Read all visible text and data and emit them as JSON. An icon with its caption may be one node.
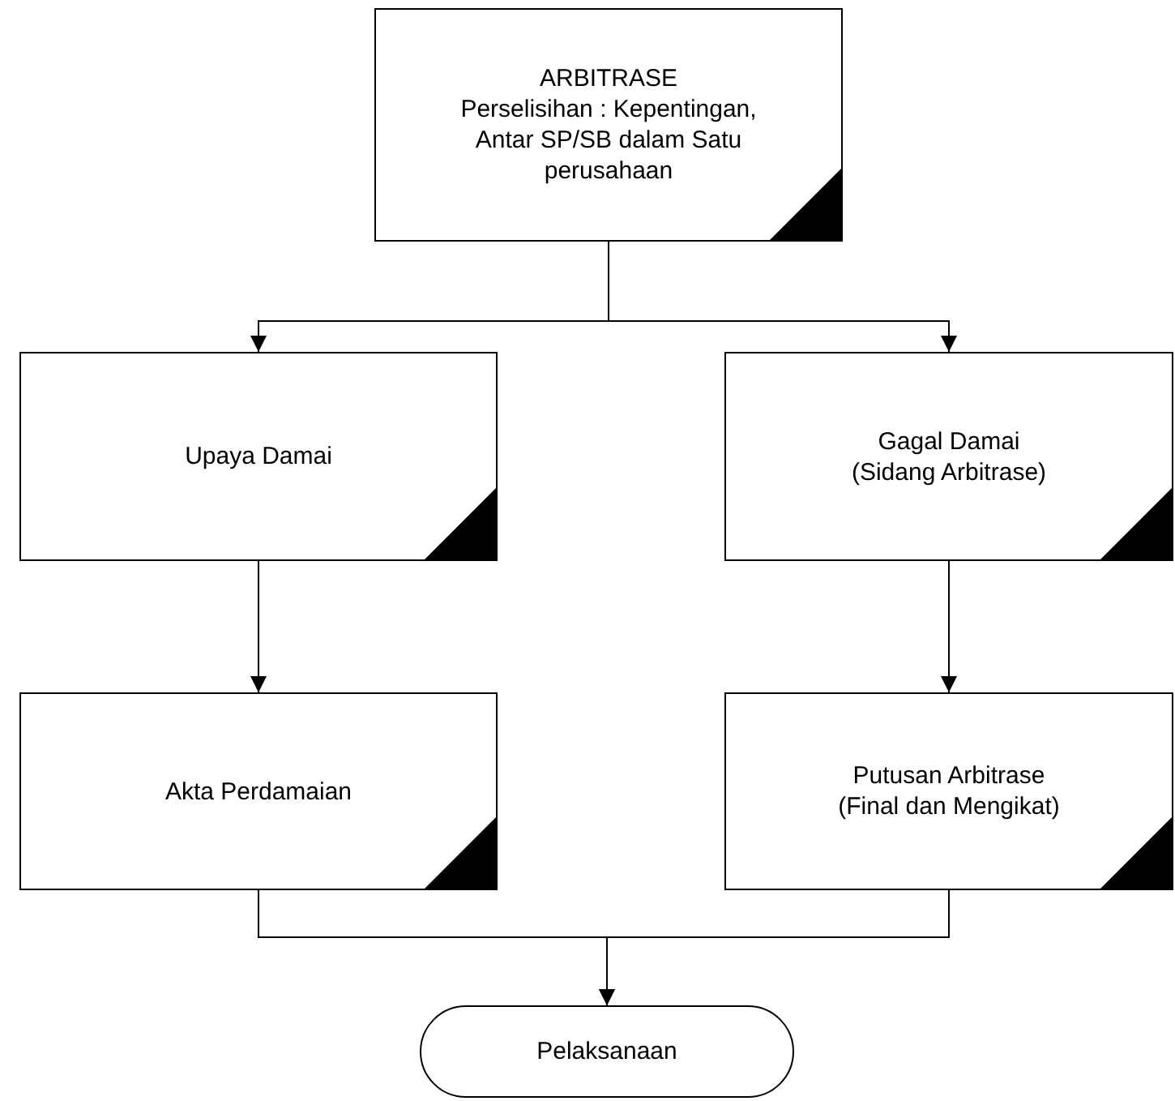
{
  "diagram": {
    "nodes": [
      {
        "text": [
          "ARBITRASE",
          "Perselisihan : Kepentingan, Antar SP/SB dalam Satu perusahaan"
        ]
      },
      {
        "text": [
          "Upaya Damai"
        ]
      },
      {
        "text": [
          "Gagal Damai (Sidang Arbitrase)"
        ]
      },
      {
        "text": [
          "Akta Perdamaian"
        ]
      },
      {
        "text": [
          "Putusan Arbitrase (Final dan Mengikat)"
        ]
      },
      {
        "text": [
          "Pelaksanaan"
        ]
      }
    ],
    "edges": [
      {
        "from": 0,
        "to": 1,
        "arrow": "to"
      },
      {
        "from": 0,
        "to": 2,
        "arrow": "to"
      },
      {
        "from": 1,
        "to": 3,
        "arrow": "to"
      },
      {
        "from": 2,
        "to": 4,
        "arrow": "to"
      },
      {
        "from": 3,
        "to": 5,
        "arrow": "to"
      },
      {
        "from": 4,
        "to": 5,
        "arrow": "to"
      }
    ]
  }
}
